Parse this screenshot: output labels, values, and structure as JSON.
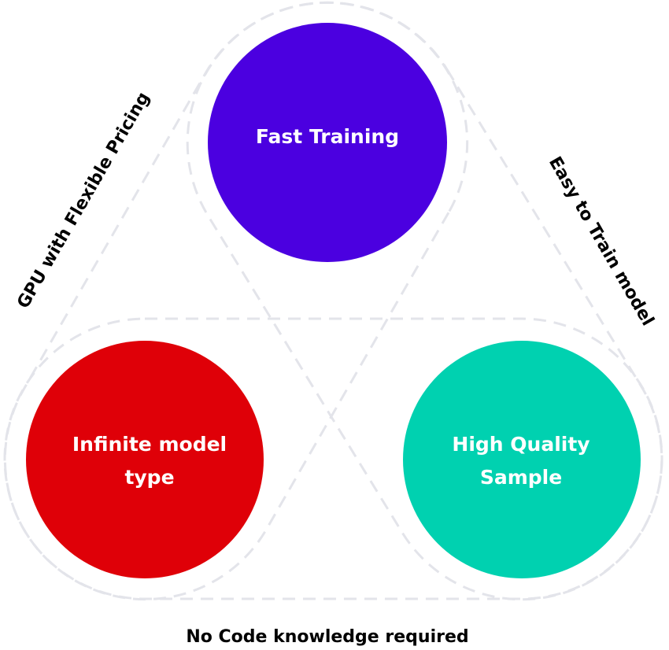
{
  "nodes": [
    {
      "id": "top",
      "lines": [
        "Fast Training"
      ],
      "color": "#4b00e0"
    },
    {
      "id": "left",
      "lines": [
        "Infinite model",
        "type"
      ],
      "color": "#df0008"
    },
    {
      "id": "right",
      "lines": [
        "High Quality",
        "Sample"
      ],
      "color": "#00d1b0"
    }
  ],
  "edges": {
    "left": "GPU with Flexible Pricing",
    "right": "Easy to Train model",
    "bottom": "No Code knowledge required"
  },
  "dash_color": "#e3e4ea"
}
